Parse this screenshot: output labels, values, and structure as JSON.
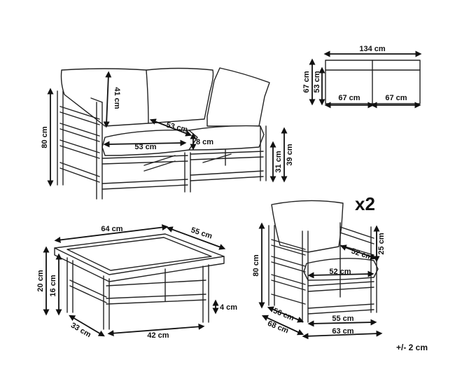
{
  "quantity_badge": "x2",
  "tolerance_note": "+/- 2 cm",
  "sofa": {
    "backrest_height": "41 cm",
    "total_height": "80 cm",
    "seat_width": "53 cm",
    "seat_depth": "53 cm",
    "cushion_thickness": "8 cm",
    "seat_height": "31 cm",
    "arm_height": "39 cm"
  },
  "top_view": {
    "total_width": "134 cm",
    "outer_depth": "67 cm",
    "inner_depth": "53 cm",
    "left_module": "67 cm",
    "right_module": "67 cm"
  },
  "table": {
    "length": "64 cm",
    "width": "55 cm",
    "height": "20 cm",
    "inner_height": "16 cm",
    "leg_thickness": "4 cm",
    "inner_width": "33 cm",
    "inner_length": "42 cm"
  },
  "armchair": {
    "height": "80 cm",
    "seat_depth": "52 cm",
    "back_height": "25 cm",
    "seat_width": "52 cm",
    "inner_depth": "56 cm",
    "outer_depth": "68 cm",
    "frame_width": "55 cm",
    "total_width": "63 cm"
  }
}
